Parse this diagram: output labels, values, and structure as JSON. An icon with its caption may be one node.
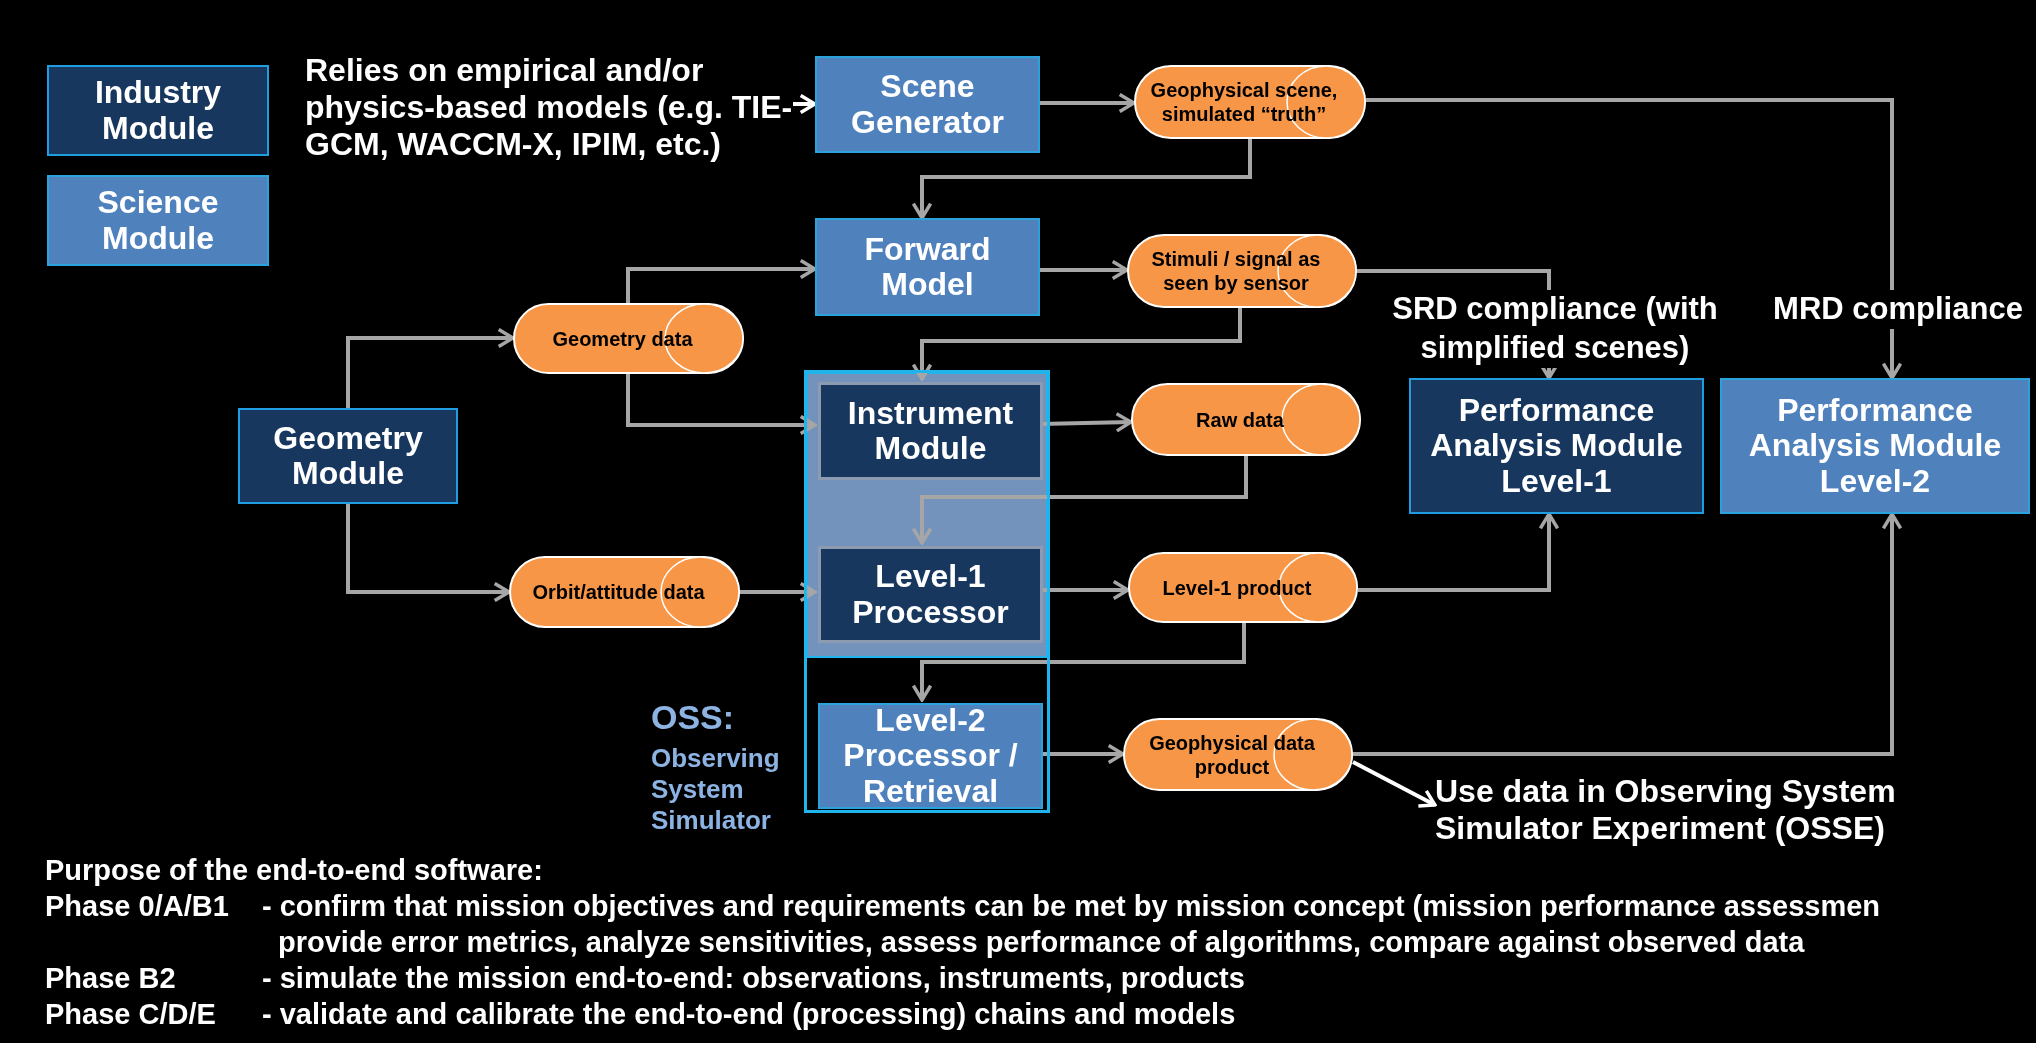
{
  "diagram": {
    "nodes": [
      {
        "text": [
          "Industry Module"
        ]
      },
      {
        "text": [
          "Science Module"
        ]
      },
      {
        "text": [
          "Relies on empirical and/or physics-based models (e.g. TIE-GCM, WACCM-X, IPIM, etc.)"
        ]
      },
      {
        "text": [
          "Scene Generator"
        ]
      },
      {
        "text": [
          "Geophysical scene, simulated “truth”"
        ]
      },
      {
        "text": [
          "Forward Model"
        ]
      },
      {
        "text": [
          "Stimuli / signal as seen by sensor"
        ]
      },
      {
        "text": [
          "Geometry data"
        ]
      },
      {
        "text": [
          "Geometry Module"
        ]
      },
      {
        "text": [],
        "shape": "box",
        "beside": [
          "OSS:",
          "Observing System Simulator"
        ]
      },
      {
        "text": [
          "Instrument Module"
        ],
        "in": 9
      },
      {
        "text": [
          "Level-1 Processor"
        ],
        "in": 9
      },
      {
        "text": [
          "Level-2 Processor / Retrieval"
        ],
        "in": 9
      },
      {
        "text": [
          "Raw data"
        ]
      },
      {
        "text": [
          "Orbit/attitude data"
        ]
      },
      {
        "text": [
          "Level-1 product"
        ]
      },
      {
        "text": [
          "Geophysical data product"
        ]
      },
      {
        "text": [
          "Performance Analysis Module Level-1"
        ]
      },
      {
        "text": [
          "Performance Analysis Module Level-2"
        ]
      },
      {
        "text": [
          "Use data in Observing System Simulator Experiment (OSSE)"
        ]
      }
    ],
    "edges": [
      {
        "from": 2,
        "to": 3,
        "arrow": "to",
        "color": "#ffffff"
      },
      {
        "from": 3,
        "to": 4,
        "arrow": "to"
      },
      {
        "from": 4,
        "to": 5,
        "arrow": "to"
      },
      {
        "from": 4,
        "to": 18,
        "arrow": "to"
      },
      {
        "from": 5,
        "to": 6,
        "arrow": "to"
      },
      {
        "from": 6,
        "to": 10,
        "arrow": "to"
      },
      {
        "from": 6,
        "to": 17,
        "arrow": "to"
      },
      {
        "from": 8,
        "to": 7,
        "arrow": "to"
      },
      {
        "from": 7,
        "to": 5,
        "arrow": "to"
      },
      {
        "from": 7,
        "to": 10,
        "arrow": "to"
      },
      {
        "from": 8,
        "to": 14,
        "arrow": "to"
      },
      {
        "from": 14,
        "to": 11,
        "arrow": "to"
      },
      {
        "from": 10,
        "to": 13,
        "arrow": "to"
      },
      {
        "from": 13,
        "to": 11,
        "arrow": "to"
      },
      {
        "from": 11,
        "to": 15,
        "arrow": "to"
      },
      {
        "from": 15,
        "to": 12,
        "arrow": "to"
      },
      {
        "from": 15,
        "to": 17,
        "arrow": "to"
      },
      {
        "from": 12,
        "to": 16,
        "arrow": "to"
      },
      {
        "from": 16,
        "to": 18,
        "arrow": "to"
      },
      {
        "from": 16,
        "to": 19,
        "arrow": "to",
        "color": "#ffffff"
      }
    ],
    "labels": [
      "SRD compliance (with simplified scenes)",
      "MRD compliance",
      "Purpose of the end-to-end software:",
      "Phase 0/A/B1",
      "- confirm that mission objectives and requirements can be met by mission concept (mission performance assessmen",
      "provide error metrics, analyze sensitivities, assess performance of algorithms, compare against observed data",
      "Phase B2",
      "- simulate the mission end-to-end: observations, instruments, products",
      "Phase C/D/E",
      "- validate and calibrate the end-to-end (processing) chains and models"
    ]
  }
}
